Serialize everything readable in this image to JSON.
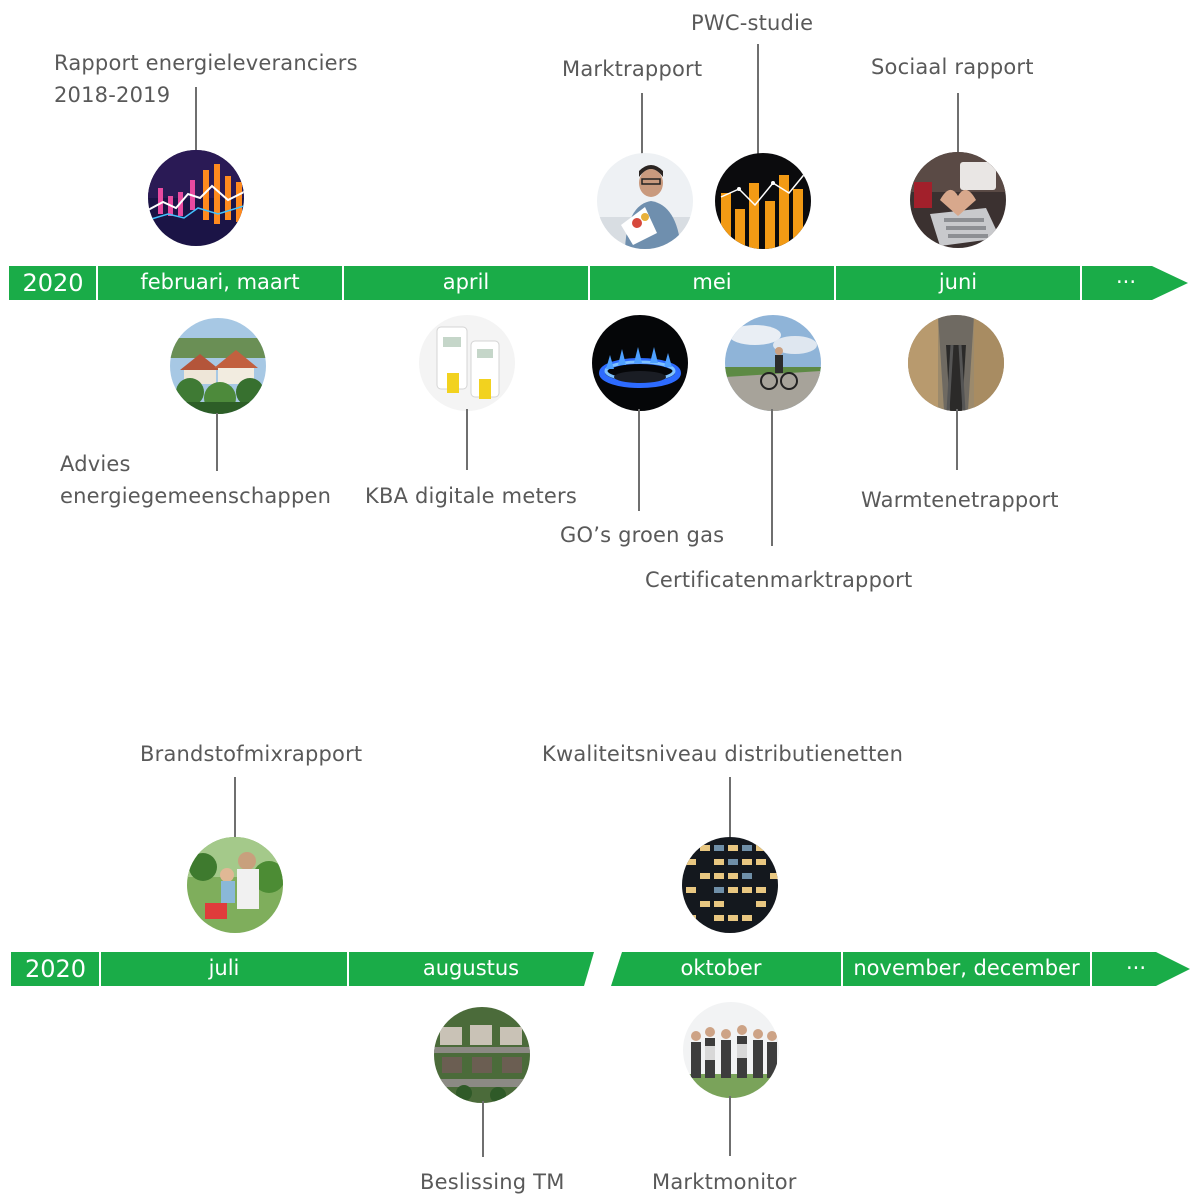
{
  "timeline1": {
    "year": "2020",
    "months": [
      "februari, maart",
      "april",
      "mei",
      "juni",
      "···"
    ],
    "above": [
      {
        "line1": "Rapport energieleveranciers",
        "line2": "2018-2019",
        "icon": "stock-chart-photo"
      },
      {
        "line1": "Marktrapport",
        "icon": "man-reading-report-photo"
      },
      {
        "line1": "PWC-studie",
        "icon": "bar-graph-photo"
      },
      {
        "line1": "Sociaal rapport",
        "icon": "hands-heart-laptop-photo"
      }
    ],
    "below": [
      {
        "line1": "Advies",
        "line2": "energiegemeenschappen",
        "icon": "village-rooftops-photo"
      },
      {
        "line1": "KBA digitale meters",
        "icon": "digital-meters-photo"
      },
      {
        "line1": "GO’s groen gas",
        "icon": "gas-flame-photo"
      },
      {
        "line1": "Certificatenmarktrapport",
        "icon": "cyclist-photo"
      },
      {
        "line1": "Warmtenetrapport",
        "icon": "heat-network-pipes-photo"
      }
    ]
  },
  "timeline2": {
    "year": "2020",
    "months": [
      "juli",
      "augustus",
      "oktober",
      "november, december",
      "···"
    ],
    "above": [
      {
        "line1": "Brandstofmixrapport",
        "icon": "family-greenhouse-photo"
      },
      {
        "line1": "Kwaliteitsniveau distributienetten",
        "icon": "office-windows-night-photo"
      }
    ],
    "below": [
      {
        "line1": "Beslissing TM",
        "icon": "aerial-houses-photo"
      },
      {
        "line1": "Marktmonitor",
        "icon": "group-of-people-photo"
      }
    ]
  },
  "colors": {
    "bar": "#1aac48",
    "divider": "#ffffff",
    "text": "#595959",
    "line": "#6f6f6f"
  }
}
